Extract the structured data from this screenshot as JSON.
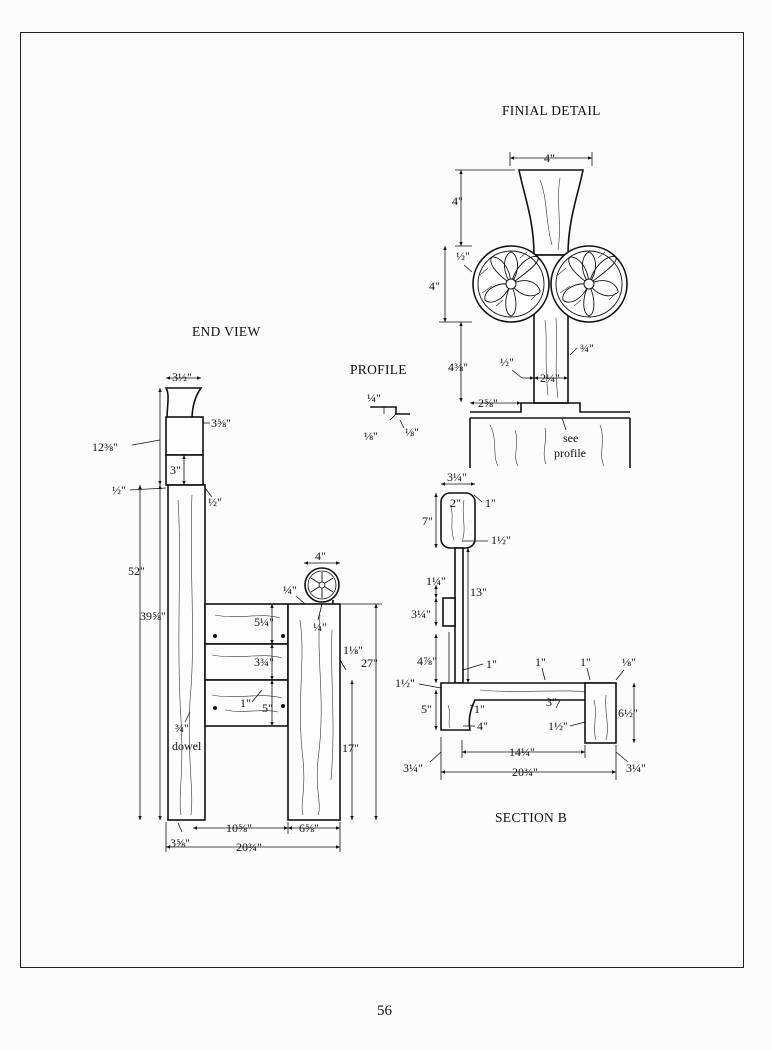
{
  "titles": {
    "finial_detail": "FINIAL DETAIL",
    "end_view": "END VIEW",
    "profile": "PROFILE",
    "section_b": "SECTION B"
  },
  "page_number": "56",
  "finial": {
    "top_width": "4\"",
    "top_height": "4\"",
    "offset": "½\"",
    "wheel_height": "4\"",
    "lower_height": "4⅜\"",
    "small_offset": "½\"",
    "post_width": "2¼\"",
    "side": "¾\"",
    "base_width": "2⅝\"",
    "see": "see",
    "profile_ref": "profile"
  },
  "profile_dims": {
    "a": "¼\"",
    "b": "⅛\"",
    "c": "⅛\""
  },
  "end_view": {
    "top_width": "3½\"",
    "top_height": "12⅜\"",
    "cap_width": "3⅝\"",
    "cap_height": "3\"",
    "half_left": "½\"",
    "half_right": "½\"",
    "total_height": "52\"",
    "seat_to_top": "39⅝\"",
    "finial_width": "4\"",
    "quarter_left": "¼\"",
    "quarter_right": "¼\"",
    "rail1": "5¼\"",
    "rail2": "3¾\"",
    "one_inch": "1\"",
    "rail3": "5\"",
    "arm_overhang": "1⅛\"",
    "arm_height": "27\"",
    "three_quarter": "¾\"",
    "dowel": "dowel",
    "seat_height": "17\"",
    "span1": "10⅝\"",
    "span2": "6⅝\"",
    "post_width": "3⅝\"",
    "total_width": "20¾\""
  },
  "section_b": {
    "top_width": "3¼\"",
    "top_small": "2\"",
    "top_one": "1\"",
    "top_height": "7\"",
    "back_thick": "1½\"",
    "back_height": "13\"",
    "slat_gap": "1¼\"",
    "slat_height": "3¼\"",
    "gap2": "4⅞\"",
    "one_a": "1\"",
    "one_b": "1\"",
    "one_c": "1\"",
    "eighth": "⅛\"",
    "three": "3\"",
    "one_half_left": "1½\"",
    "five": "5\"",
    "one_d": "1\"",
    "four": "4\"",
    "one_half_bottom": "1½\"",
    "six_half": "6½\"",
    "depth": "14¼\"",
    "left_thick": "3¼\"",
    "right_thick": "3¼\"",
    "total_depth": "20¾\""
  }
}
